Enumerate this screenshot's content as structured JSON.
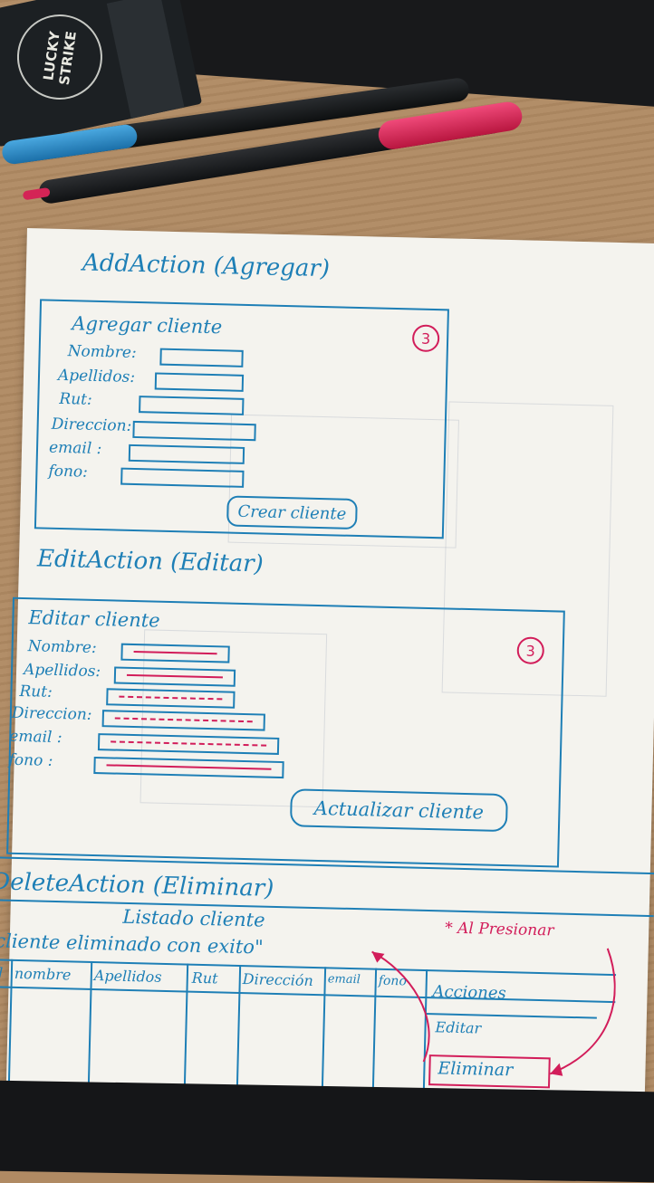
{
  "colors": {
    "ink_blue": "#1e7fb6",
    "ink_pink": "#d21d5a",
    "paper": "#f4f3ee",
    "desk": "#b08a63"
  },
  "objects": {
    "box_label": "LUCKY STRIKE"
  },
  "add_section": {
    "heading": "AddAction (Agregar)",
    "card_title": "Agregar cliente",
    "badge": "3",
    "labels": [
      "Nombre:",
      "Apellidos:",
      "Rut:",
      "Direccion:",
      "email :",
      "fono:"
    ],
    "button": "Crear cliente"
  },
  "edit_section": {
    "heading": "EditAction (Editar)",
    "card_title": "Editar cliente",
    "badge": "3",
    "labels": [
      "Nombre:",
      "Apellidos:",
      "Rut:",
      "Direccion:",
      "email :",
      "fono :"
    ],
    "button": "Actualizar cliente"
  },
  "delete_section": {
    "heading": "DeleteAction (Eliminar)",
    "list_title": "Listado cliente",
    "note": "* Al Presionar",
    "message": "\"cliente eliminado con exito\"",
    "columns": [
      "id",
      "nombre",
      "Apellidos",
      "Rut",
      "Dirección",
      "email",
      "fono",
      "Acciones"
    ],
    "actions": [
      "Editar",
      "Eliminar"
    ]
  }
}
